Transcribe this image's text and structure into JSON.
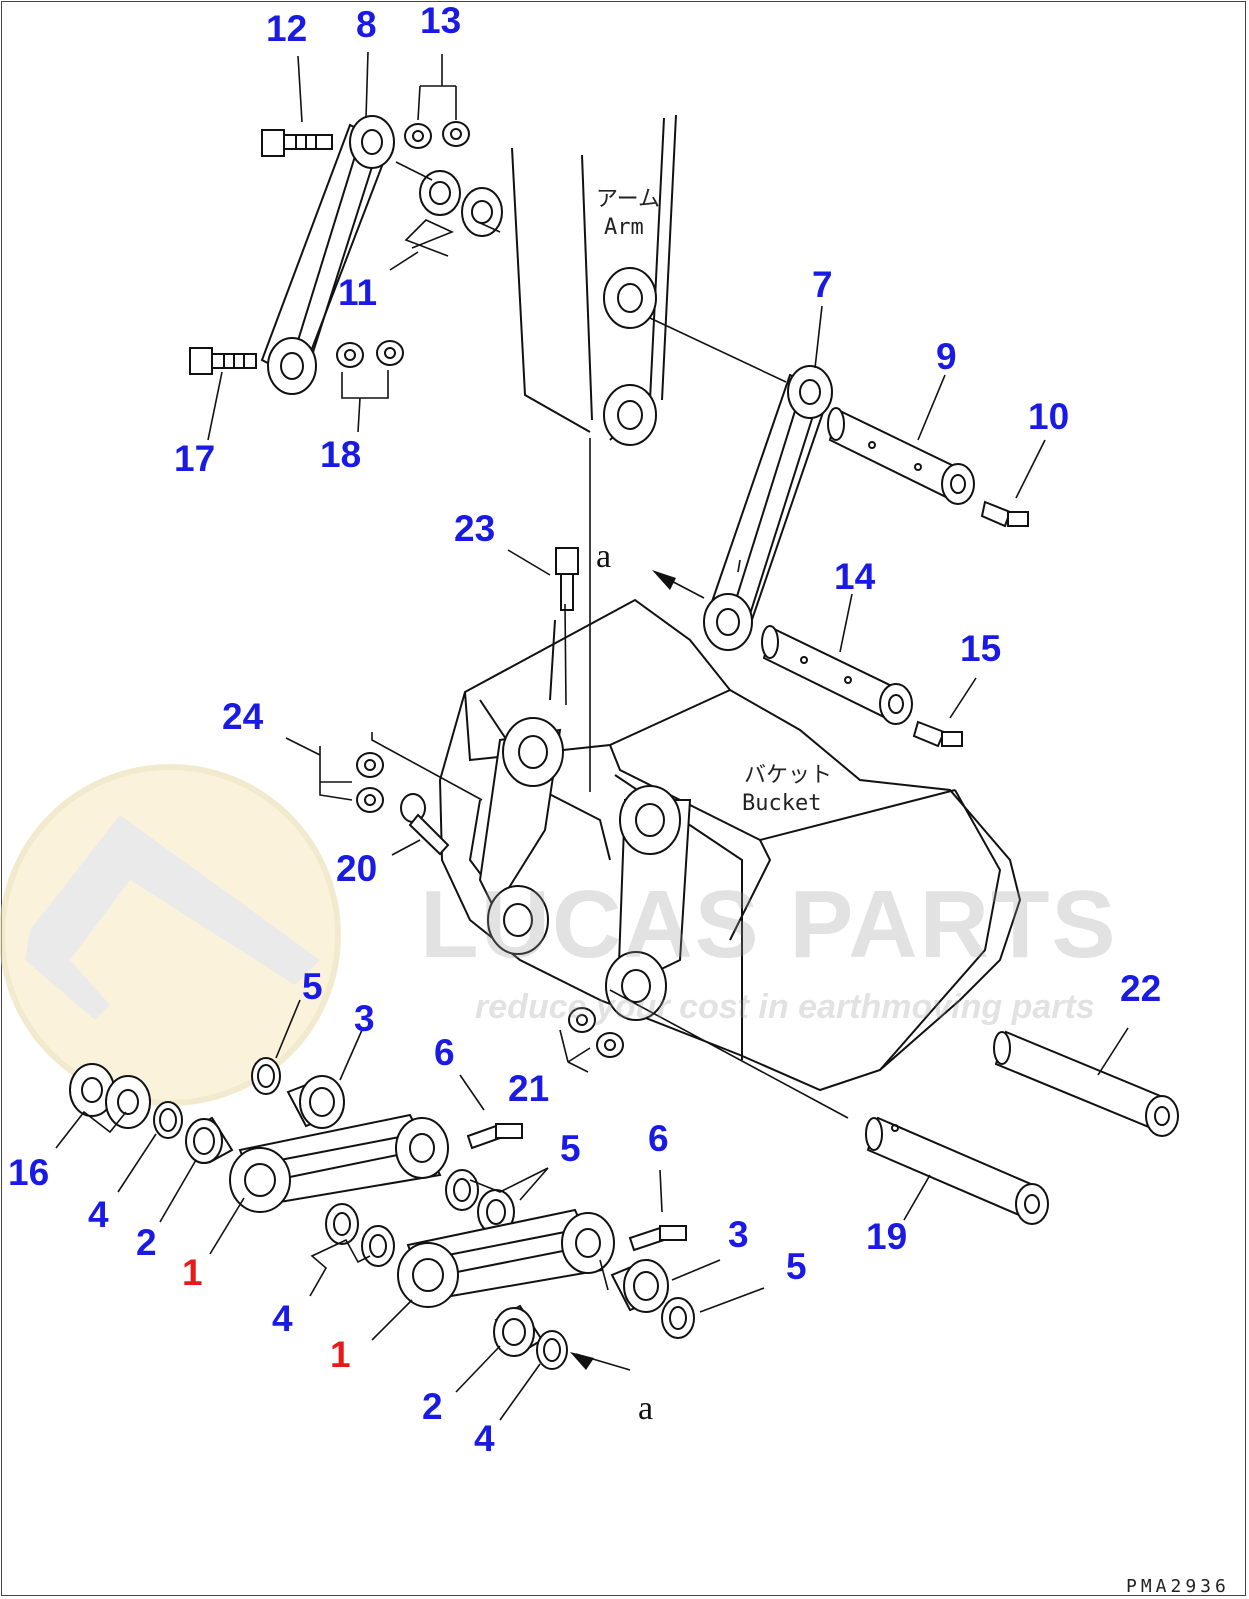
{
  "part_labels": {
    "l12": "12",
    "l8": "8",
    "l13": "13",
    "l11": "11",
    "l17": "17",
    "l18": "18",
    "l7": "7",
    "l9": "9",
    "l10": "10",
    "l23": "23",
    "l14": "14",
    "l15": "15",
    "l24": "24",
    "l20": "20",
    "l22": "22",
    "l5a": "5",
    "l3a": "3",
    "l6a": "6",
    "l21": "21",
    "l16": "16",
    "l4a": "4",
    "l2a": "2",
    "l1a": "1",
    "l5b": "5",
    "l6b": "6",
    "l3b": "3",
    "l5c": "5",
    "l19": "19",
    "l4b": "4",
    "l1b": "1",
    "l2b": "2",
    "l4c": "4"
  },
  "markers": {
    "a_top": "a",
    "a_bottom": "a"
  },
  "part_text": {
    "arm_jp": "アーム",
    "arm_en": "Arm",
    "bucket_jp": "バケット",
    "bucket_en": "Bucket"
  },
  "watermark": {
    "title": "LUCAS PARTS",
    "subtitle": "reduce your cost in earthmoving parts"
  },
  "drawing_code": "PMA2936",
  "colors": {
    "label_blue": "#1a1ae6",
    "label_red": "#e61a1a",
    "logo_yellow": "#f7e9bf"
  }
}
